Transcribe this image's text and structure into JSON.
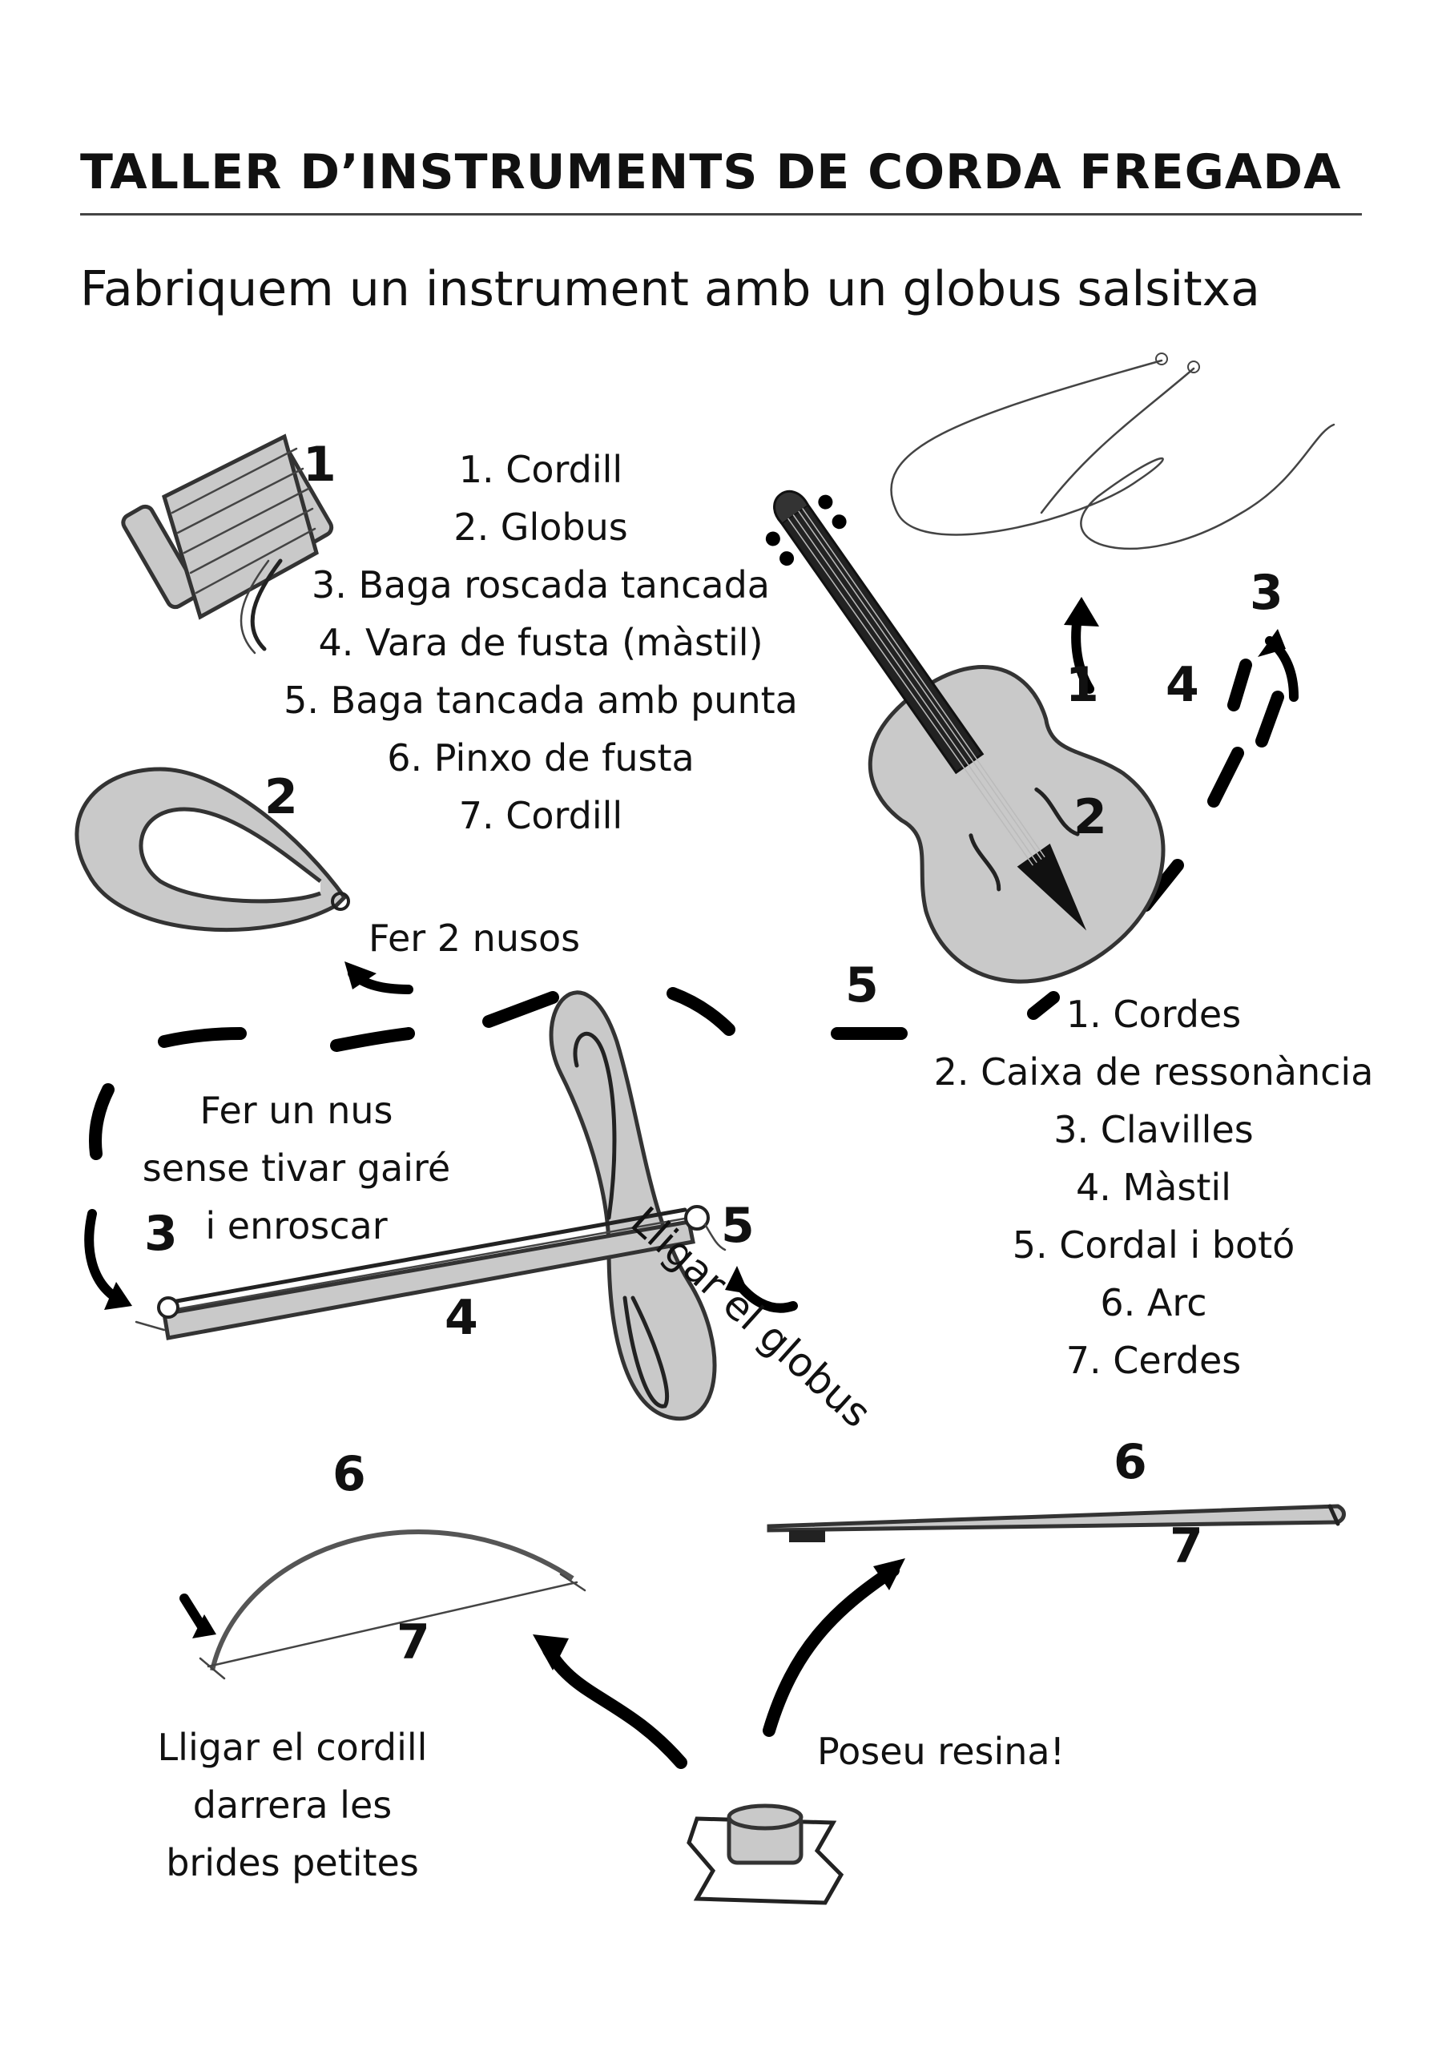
{
  "title": "TALLER D’INSTRUMENTS DE CORDA FREGADA",
  "subtitle": "Fabriquem un instrument amb un globus salsitxa",
  "materials_list": [
    "1. Cordill",
    "2. Globus",
    "3. Baga roscada tancada",
    "4. Vara de fusta (màstil)",
    "5. Baga tancada amb punta",
    "6. Pinxo de fusta",
    "7. Cordill"
  ],
  "violin_parts_list": [
    "1. Cordes",
    "2. Caixa de ressonància",
    "3. Clavilles",
    "4. Màstil",
    "5. Cordal i botó",
    "6. Arc",
    "7. Cerdes"
  ],
  "notes": {
    "two_knots": "Fer 2 nusos",
    "knot_line1": "Fer un nus",
    "knot_line2": "sense tivar gairé",
    "knot_line3": "i enroscar",
    "tie_balloon": "Lligar el globus",
    "tie_string_line1": "Lligar el cordill",
    "tie_string_line2": "darrera les",
    "tie_string_line3": "brides petites",
    "rosin": "Poseu resina!"
  },
  "numbers": {
    "spool": "1",
    "balloon": "2",
    "loop_left": "3",
    "stick": "4",
    "loop_right": "5",
    "bow_left": "6",
    "bowstring_left": "7",
    "bow_right": "6",
    "bowstring_right": "7",
    "violin_strings": "1",
    "violin_body": "2",
    "violin_pegs": "3",
    "violin_neck": "4",
    "violin_tailpiece": "5"
  },
  "colors": {
    "ink": "#111111",
    "fill_gray": "#c9c9c9"
  }
}
